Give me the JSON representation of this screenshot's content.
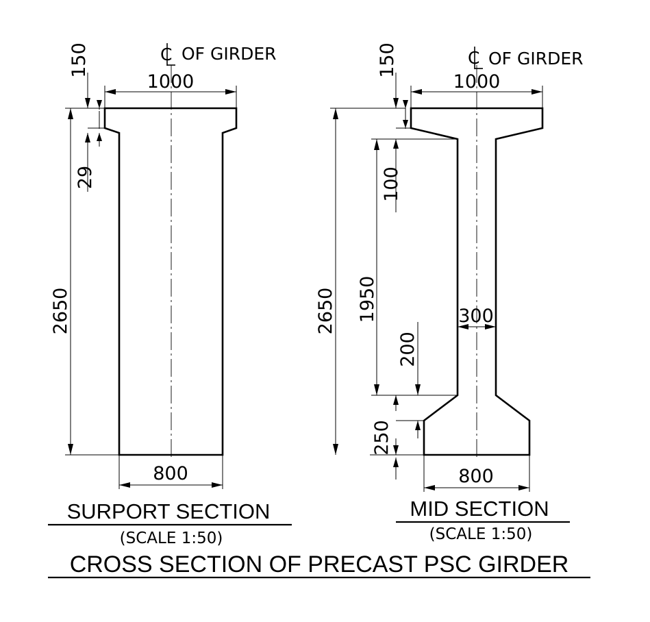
{
  "support_section": {
    "centerline_label": "OF GIRDER",
    "dims": {
      "top_flange_width": "1000",
      "top_offset": "150",
      "flange_taper": "29",
      "overall_depth": "2650",
      "bottom_width": "800"
    },
    "title": "SURPORT SECTION",
    "scale": "(SCALE  1:50)"
  },
  "mid_section": {
    "centerline_label": "OF GIRDER",
    "dims": {
      "top_flange_width": "1000",
      "top_offset": "150",
      "top_taper": "100",
      "web_height": "1950",
      "web_thickness": "300",
      "bottom_taper": "200",
      "bottom_flange": "250",
      "overall_depth": "2650",
      "bottom_width": "800"
    },
    "title": "MID SECTION",
    "scale": "(SCALE  1:50)"
  },
  "drawing_title": "CROSS SECTION OF PRECAST PSC GIRDER"
}
